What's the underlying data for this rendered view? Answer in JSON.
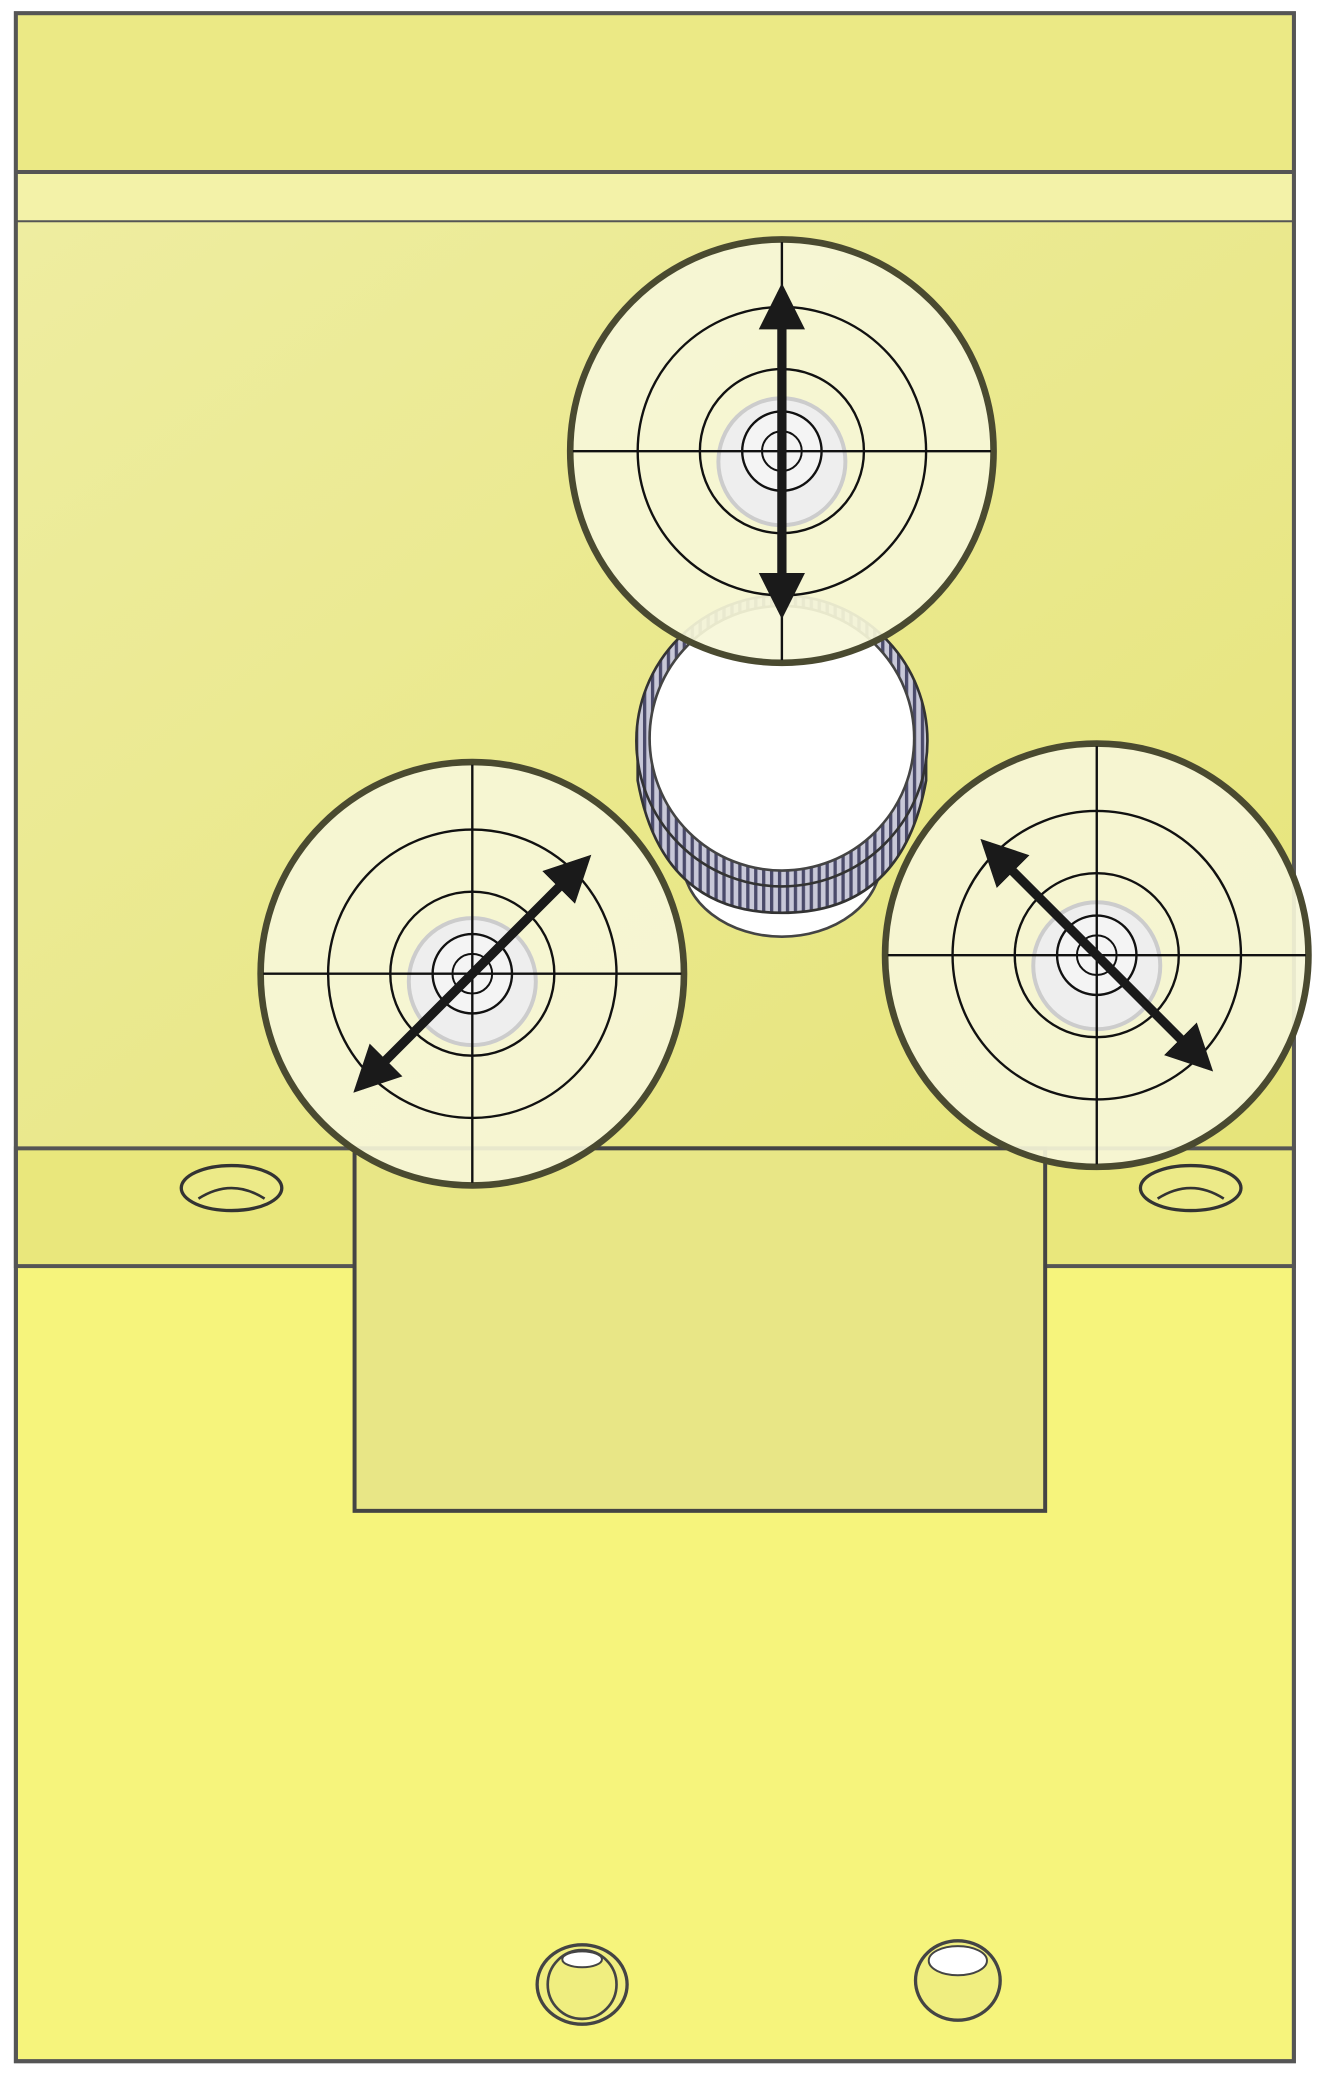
{
  "diagram": {
    "description_labels": [],
    "colors": {
      "plate_upper": "#ecea86",
      "plate_lower": "#f6f47c",
      "outline": "#4a4a30",
      "adjuster_fill": "#f6f6d8",
      "arrow": "#1a1a1a",
      "knob_edge": "#4a4a6a"
    },
    "adjusters": [
      {
        "name": "top-adjuster",
        "arrow_direction": "vertical"
      },
      {
        "name": "left-adjuster",
        "arrow_direction": "diagonal-up-right"
      },
      {
        "name": "right-adjuster",
        "arrow_direction": "diagonal-down-right"
      }
    ]
  }
}
